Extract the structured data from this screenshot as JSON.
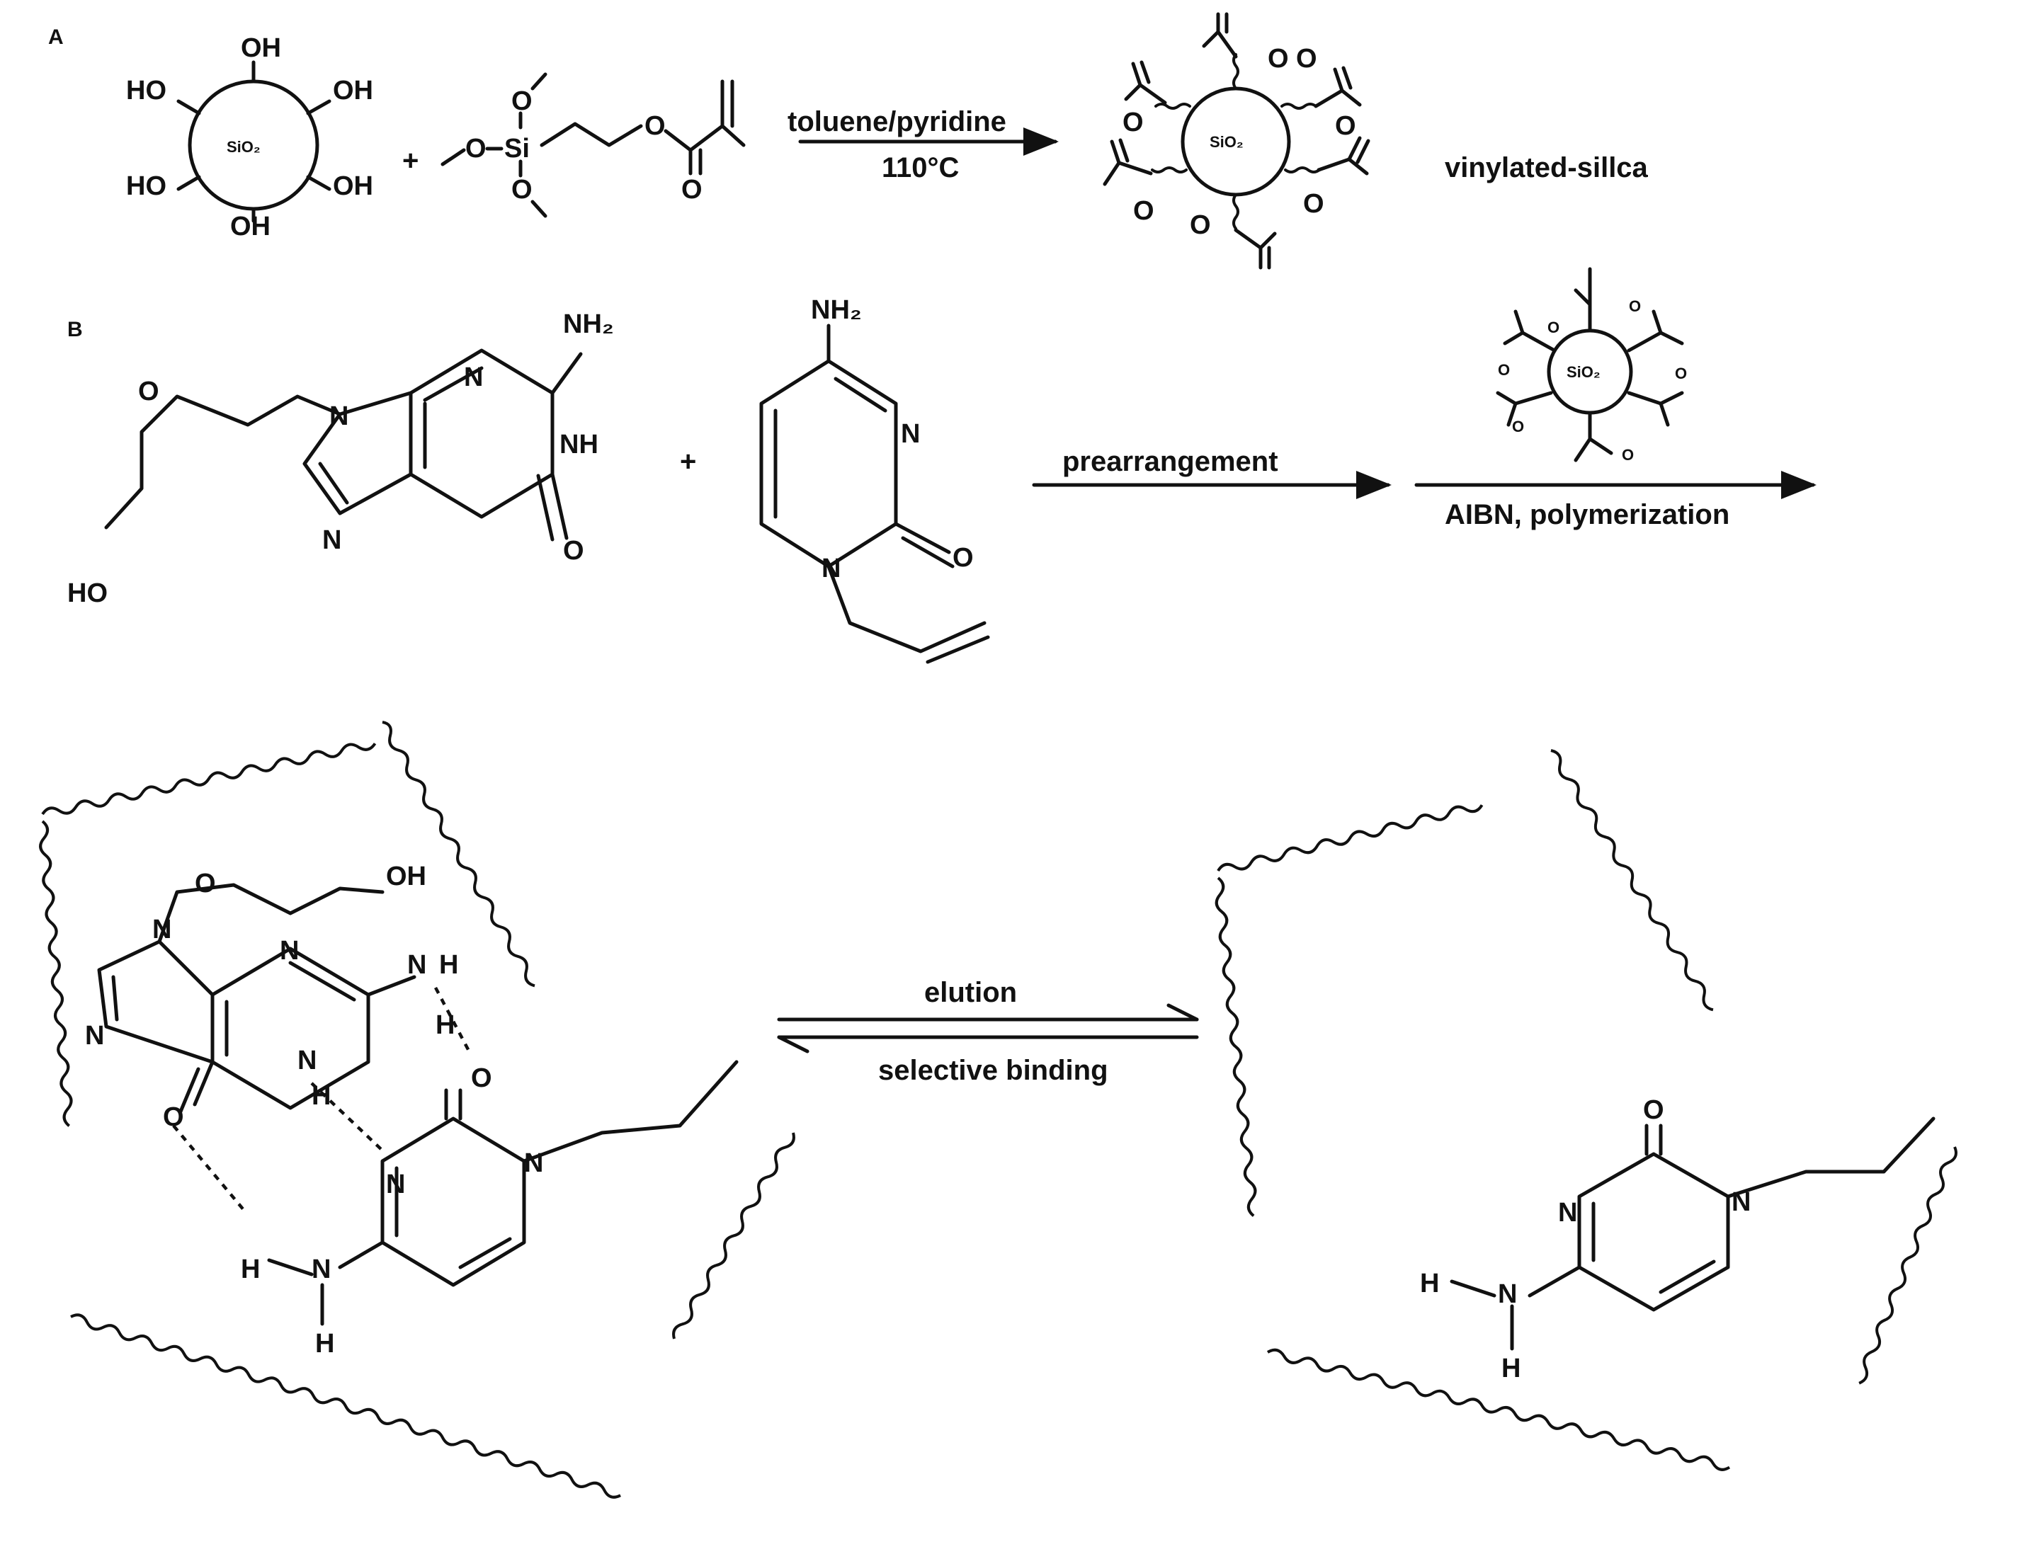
{
  "panels": {
    "a": "A",
    "b": "B"
  },
  "reactionA": {
    "conditions_top": "toluene/pyridine",
    "conditions_bottom": "110°C",
    "product_label": "vinylated-sillca",
    "silica_label": "SiO₂",
    "hydroxyl": "OH",
    "hydroxyl_left": "HO",
    "plus": "+",
    "si": "Si",
    "o": "O"
  },
  "reactionB": {
    "step1_label": "prearrangement",
    "step2_label": "AIBN, polymerization",
    "silica_label": "SiO₂",
    "plus": "+",
    "nh2": "NH₂",
    "n": "N",
    "nh": "NH",
    "o": "O",
    "ho": "HO"
  },
  "equilibrium": {
    "forward": "elution",
    "backward": "selective binding"
  },
  "complex": {
    "oh": "OH",
    "o": "O",
    "n": "N",
    "h": "H"
  }
}
